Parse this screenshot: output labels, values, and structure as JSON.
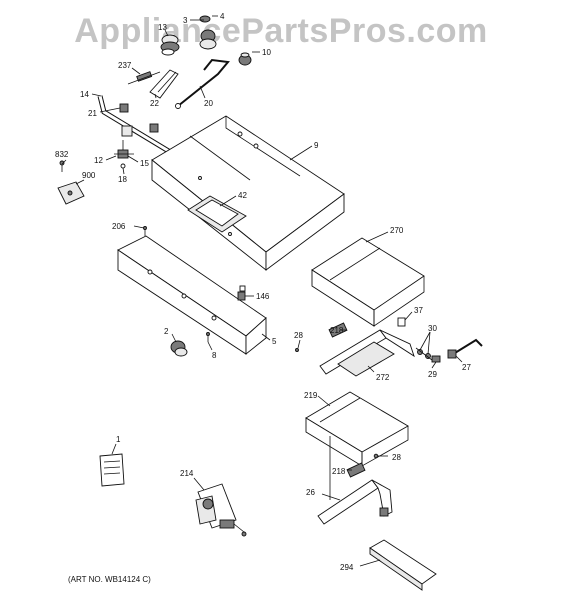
{
  "watermark": "AppliancePartsPros.com",
  "art_number": "(ART NO. WB14124 C)",
  "callouts": {
    "c1": "1",
    "c2": "2",
    "c3": "3",
    "c4": "4",
    "c5": "5",
    "c8": "8",
    "c9": "9",
    "c10": "10",
    "c12": "12",
    "c13": "13",
    "c14": "14",
    "c15": "15",
    "c18": "18",
    "c20": "20",
    "c21": "21",
    "c22": "22",
    "c26": "26",
    "c27": "27",
    "c28a": "28",
    "c28b": "28",
    "c29": "29",
    "c30": "30",
    "c37": "37",
    "c42": "42",
    "c146": "146",
    "c206": "206",
    "c214": "214",
    "c218a": "218",
    "c218b": "218",
    "c219": "219",
    "c237": "237",
    "c270": "270",
    "c272": "272",
    "c294": "294",
    "c832": "832",
    "c900": "900"
  }
}
